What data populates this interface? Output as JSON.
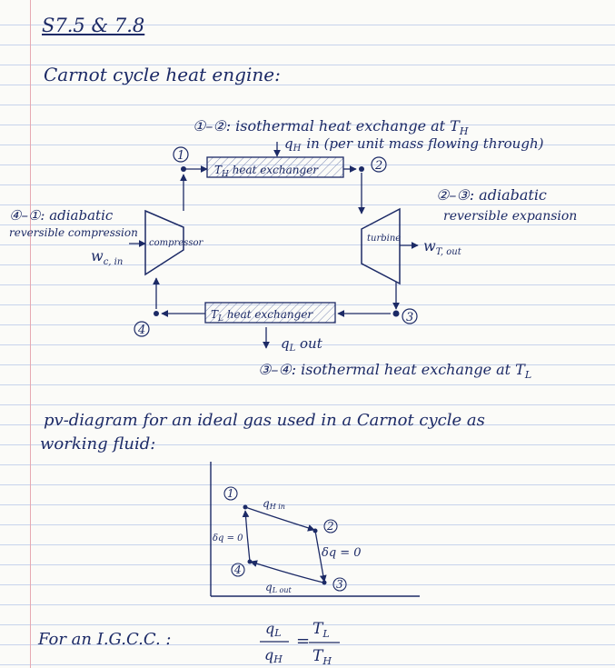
{
  "header": {
    "sections": "S7.5 & 7.8"
  },
  "heading": "Carnot cycle heat engine:",
  "cycle": {
    "step_12": "①–②: isothermal heat exchange at T",
    "step_12_sub": "H",
    "q_in": "q",
    "q_in_sub": "H",
    "q_in_note": "in (per unit mass flowing through)",
    "hx_hot": "T",
    "hx_hot_sub": "H",
    "hx_hot_suffix": " heat exchanger",
    "step_23": "②–③: adiabatic",
    "step_23_b": "reversible expansion",
    "step_41": "④–①: adiabatic",
    "step_41_b": "reversible compression",
    "compressor": "compressor",
    "turbine": "turbine",
    "w_in": "w",
    "w_in_sub": "c, in",
    "w_out": "w",
    "w_out_sub": "T, out",
    "hx_cold": "T",
    "hx_cold_sub": "L",
    "hx_cold_suffix": " heat exchanger",
    "q_out": "q",
    "q_out_sub": "L",
    "q_out_suffix": " out",
    "step_34": "③–④: isothermal heat exchange at T",
    "step_34_sub": "L",
    "node_labels": [
      "1",
      "2",
      "3",
      "4"
    ]
  },
  "pv": {
    "caption": "pv-diagram for an ideal gas used in a Carnot cycle as",
    "caption_b": "working fluid:",
    "q_h": "q",
    "q_h_sub": "H in",
    "q_l": "q",
    "q_l_sub": "L out",
    "dq_left": "δq = 0",
    "dq_right": "δq = 0"
  },
  "formula": {
    "lead": "For an I.G.C.C. :",
    "lhs_num": "q",
    "lhs_num_sub": "L",
    "lhs_den": "q",
    "lhs_den_sub": "H",
    "equals": "=",
    "rhs_num": "T",
    "rhs_num_sub": "L",
    "rhs_den": "T",
    "rhs_den_sub": "H"
  }
}
